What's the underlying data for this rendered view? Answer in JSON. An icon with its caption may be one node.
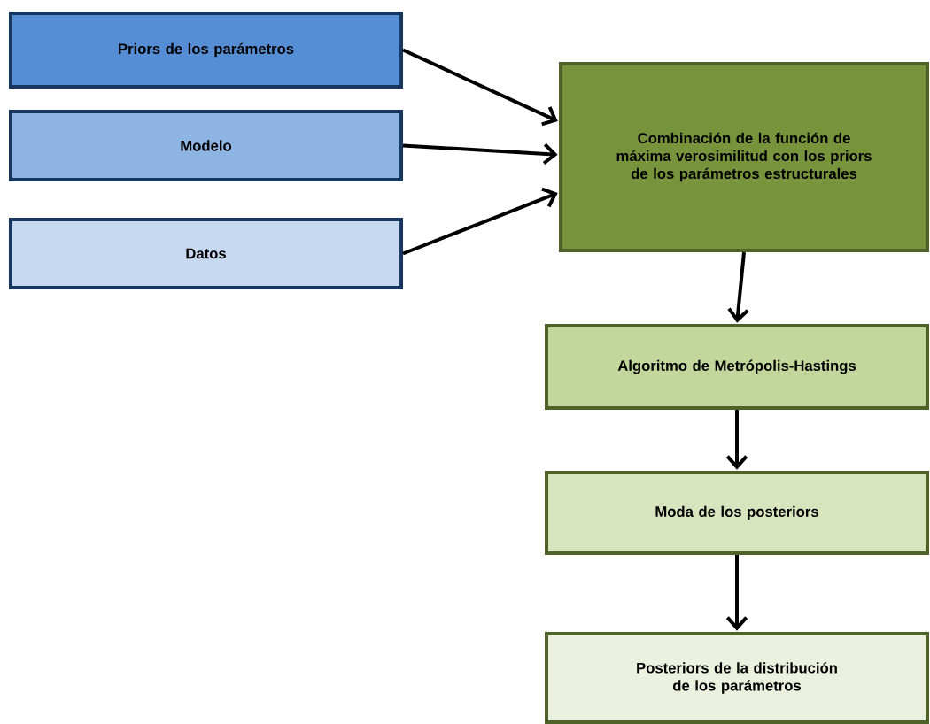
{
  "diagram": {
    "nodes": [
      {
        "text": [
          "Priors de los parámetros"
        ]
      },
      {
        "text": [
          "Modelo"
        ]
      },
      {
        "text": [
          "Datos"
        ]
      },
      {
        "text": [
          "Combinación de la función de máxima verosimilitud con los priors de los parámetros estructurales"
        ]
      },
      {
        "text": [
          "Algoritmo de Metrópolis-Hastings"
        ]
      },
      {
        "text": [
          "Moda de los posteriors"
        ]
      },
      {
        "text": [
          "Posteriors de la distribución de los parámetros"
        ]
      }
    ],
    "edges": [
      {
        "from": 0,
        "to": 3,
        "arrow": "to"
      },
      {
        "from": 1,
        "to": 3,
        "arrow": "to"
      },
      {
        "from": 2,
        "to": 3,
        "arrow": "to"
      },
      {
        "from": 3,
        "to": 4,
        "arrow": "to"
      },
      {
        "from": 4,
        "to": 5,
        "arrow": "to"
      },
      {
        "from": 5,
        "to": 6,
        "arrow": "to"
      }
    ]
  }
}
